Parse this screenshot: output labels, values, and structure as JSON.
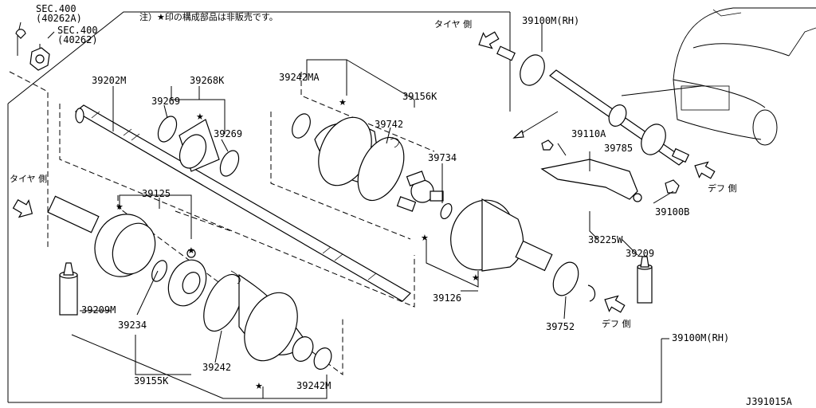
{
  "note": "注）★印の構成部品は非販売です。",
  "diagram_id": "J391015A",
  "direction_labels": {
    "tire_left": "タイヤ 側",
    "tire_top": "タイヤ 側",
    "diff_right": "デフ 側",
    "diff_bottom": "デフ 側"
  },
  "sections": {
    "sec_a_line1": "SEC.400",
    "sec_a_line2": "(40262A)",
    "sec_b_line1": "SEC.400",
    "sec_b_line2": "(40262)"
  },
  "parts": {
    "p39202M": "39202M",
    "p39268K": "39268K",
    "p39269_a": "39269",
    "p39269_b": "39269",
    "p39125": "39125",
    "p39209M": "39209M",
    "p39234": "39234",
    "p39155K": "39155K",
    "p39242": "39242",
    "p39242M": "39242M",
    "p39242MA": "39242MA",
    "p39156K": "39156K",
    "p39742": "39742",
    "p39734": "39734",
    "p39126": "39126",
    "p39100M_top": "39100M(RH)",
    "p39100M_right": "39100M(RH)",
    "p39110A": "39110A",
    "p39785": "39785",
    "p39100B": "39100B",
    "p38225W": "38225W",
    "p39209": "39209",
    "p39752": "39752"
  },
  "star": "★"
}
